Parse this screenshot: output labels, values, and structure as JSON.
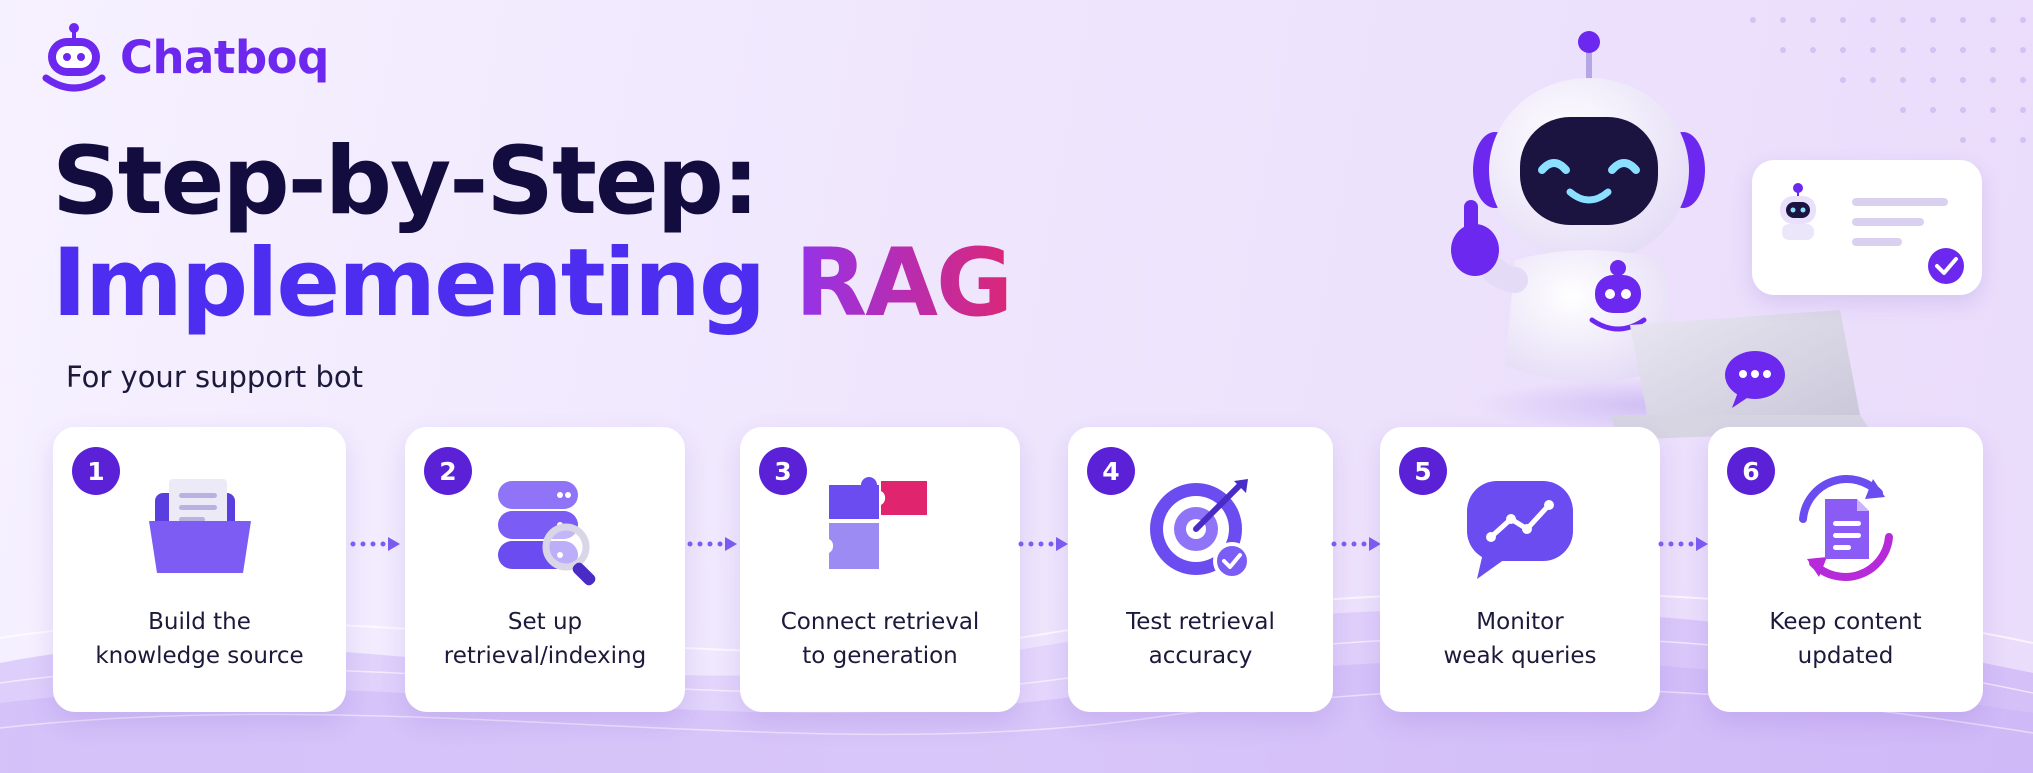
{
  "brand": {
    "name": "Chatboq"
  },
  "headline": {
    "line1": "Step-by-Step:",
    "line2_part1": "Implementing ",
    "line2_part2": "RAG"
  },
  "subtitle": "For your support bot",
  "steps": [
    {
      "number": "1",
      "label": "Build the\nknowledge source",
      "icon": "folder-icon"
    },
    {
      "number": "2",
      "label": "Set up\nretrieval/indexing",
      "icon": "database-search-icon"
    },
    {
      "number": "3",
      "label": "Connect retrieval\nto generation",
      "icon": "puzzle-icon"
    },
    {
      "number": "4",
      "label": "Test retrieval\naccuracy",
      "icon": "target-icon"
    },
    {
      "number": "5",
      "label": "Monitor\nweak queries",
      "icon": "chart-bubble-icon"
    },
    {
      "number": "6",
      "label": "Keep content\nupdated",
      "icon": "refresh-document-icon"
    }
  ],
  "colors": {
    "brand_purple": "#6d28f0",
    "headline_dark": "#120c3f",
    "headline_blue": "#4d2ef0",
    "rag_gradient_start": "#9333ea",
    "rag_gradient_end": "#db2777",
    "step_badge": "#5b21d6"
  }
}
